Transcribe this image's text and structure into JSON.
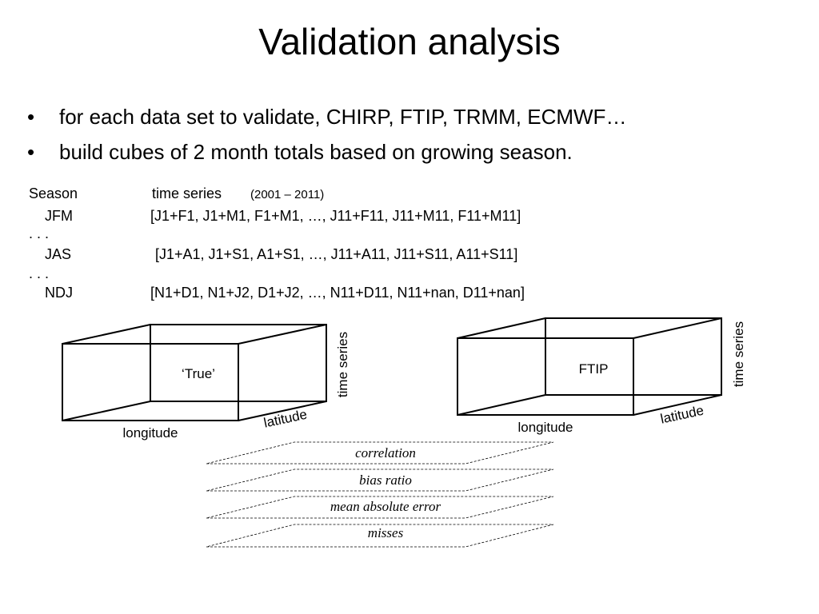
{
  "slide": {
    "title": "Validation analysis",
    "bullets": [
      "for each data set to validate, CHIRP, FTIP, TRMM, ECMWF…",
      "build cubes of 2 month totals based on growing season."
    ],
    "bullet_marker": "•"
  },
  "season_table": {
    "header_season": "Season",
    "header_series": "time series",
    "header_years": "(2001 – 2011)",
    "rows": [
      {
        "season": "JFM",
        "series": "[J1+F1, J1+M1, F1+M1, …, J11+F11, J11+M11, F11+M11]"
      },
      {
        "ellipsis": ". . ."
      },
      {
        "season": "JAS",
        "series": "[J1+A1, J1+S1, A1+S1, …, J11+A11, J11+S11, A11+S11]"
      },
      {
        "ellipsis": ". . ."
      },
      {
        "season": "NDJ",
        "series": "[N1+D1, N1+J2, D1+J2, …, N11+D11, N11+nan, D11+nan]"
      }
    ]
  },
  "cubes": {
    "left": {
      "label": "‘True’",
      "x_axis": "longitude",
      "y_axis": "latitude",
      "z_axis": "time series"
    },
    "right": {
      "label": "FTIP",
      "x_axis": "longitude",
      "y_axis": "latitude",
      "z_axis": "time series"
    }
  },
  "metrics": [
    "correlation",
    "bias ratio",
    "mean absolute error",
    "misses"
  ]
}
